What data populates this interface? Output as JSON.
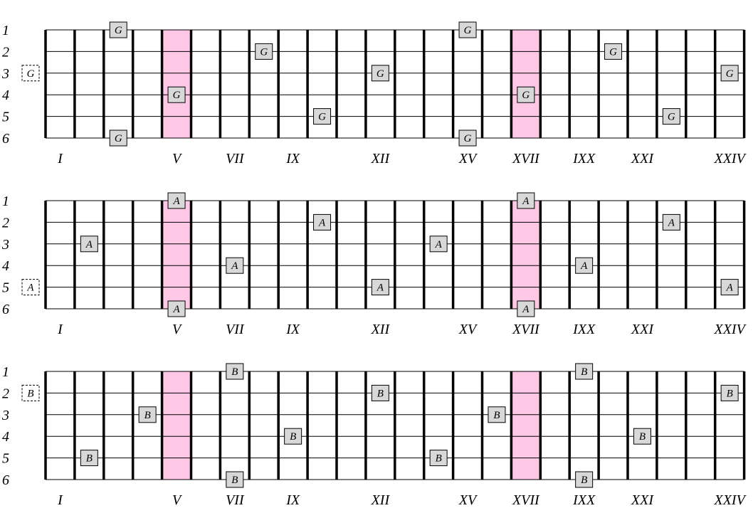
{
  "string_labels": [
    "1",
    "2",
    "3",
    "4",
    "5",
    "6"
  ],
  "position_labels": [
    {
      "text": "I",
      "fret": 1
    },
    {
      "text": "V",
      "fret": 5
    },
    {
      "text": "VII",
      "fret": 7
    },
    {
      "text": "IX",
      "fret": 9
    },
    {
      "text": "XII",
      "fret": 12
    },
    {
      "text": "XV",
      "fret": 15
    },
    {
      "text": "XVII",
      "fret": 17
    },
    {
      "text": "IXX",
      "fret": 19
    },
    {
      "text": "XXI",
      "fret": 21
    },
    {
      "text": "XXIV",
      "fret": 24
    }
  ],
  "highlight_frets": [
    5,
    17
  ],
  "colors": {
    "highlight": "#ffc8e6",
    "note_fill": "#d8d8d8",
    "line": "#000000"
  },
  "diagrams": [
    {
      "note": "G",
      "open_string": 3,
      "positions": [
        [
          1,
          3
        ],
        [
          1,
          15
        ],
        [
          2,
          8
        ],
        [
          2,
          20
        ],
        [
          3,
          12
        ],
        [
          3,
          24
        ],
        [
          4,
          5
        ],
        [
          4,
          17
        ],
        [
          5,
          10
        ],
        [
          5,
          22
        ],
        [
          6,
          3
        ],
        [
          6,
          15
        ]
      ]
    },
    {
      "note": "A",
      "open_string": 5,
      "positions": [
        [
          1,
          5
        ],
        [
          1,
          17
        ],
        [
          2,
          10
        ],
        [
          2,
          22
        ],
        [
          3,
          2
        ],
        [
          3,
          14
        ],
        [
          4,
          7
        ],
        [
          4,
          19
        ],
        [
          5,
          12
        ],
        [
          5,
          24
        ],
        [
          6,
          5
        ],
        [
          6,
          17
        ]
      ]
    },
    {
      "note": "B",
      "open_string": 2,
      "positions": [
        [
          1,
          7
        ],
        [
          1,
          19
        ],
        [
          2,
          12
        ],
        [
          2,
          24
        ],
        [
          3,
          4
        ],
        [
          3,
          16
        ],
        [
          4,
          9
        ],
        [
          4,
          21
        ],
        [
          5,
          2
        ],
        [
          5,
          14
        ],
        [
          6,
          7
        ],
        [
          6,
          19
        ]
      ]
    }
  ]
}
